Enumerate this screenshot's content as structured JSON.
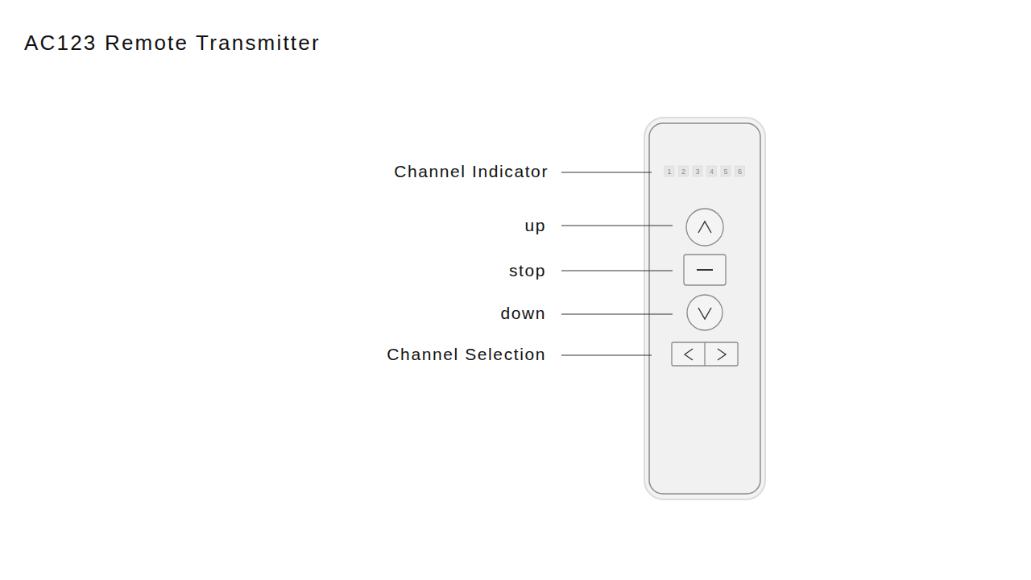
{
  "diagram": {
    "title": "AC123 Remote Transmitter",
    "labels": [
      "Channel Indicator",
      "up",
      "stop",
      "down",
      "Channel Selection",
      "1",
      "2",
      "3",
      "4",
      "5",
      "6"
    ]
  }
}
